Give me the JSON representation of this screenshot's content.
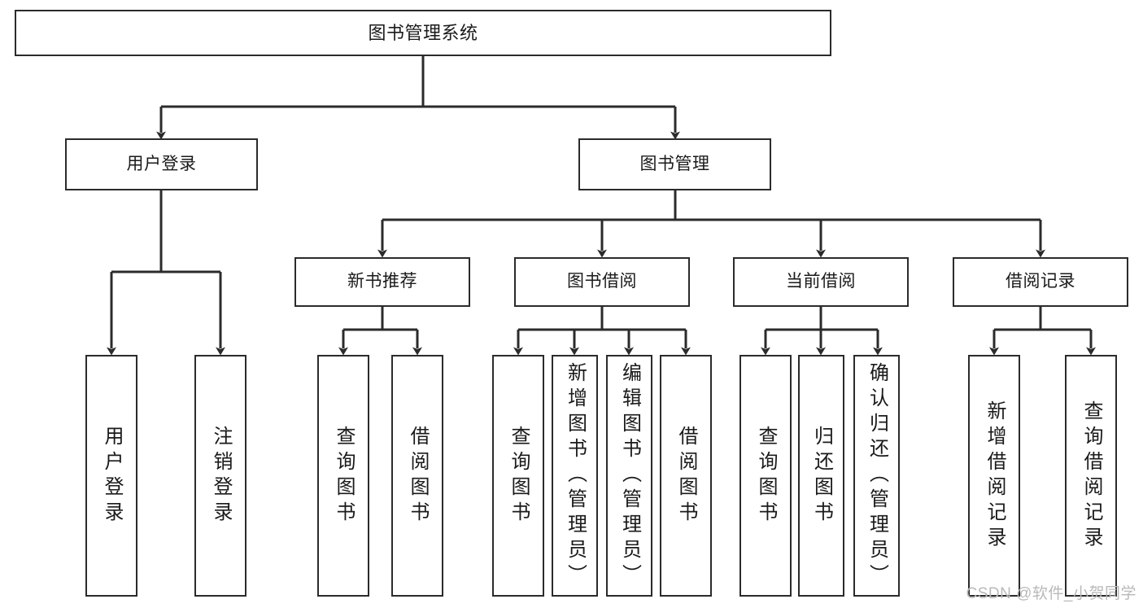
{
  "diagram": {
    "type": "tree-hierarchy",
    "title": "图书管理系统",
    "watermark": "CSDN @软件_小贺同学",
    "colors": {
      "box_border": "#2b2b2b",
      "box_fill": "#ffffff",
      "edge": "#2b2b2b",
      "text": "#1a1a1a",
      "watermark": "#b9b9b9",
      "background": "#ffffff"
    }
  },
  "nodes": {
    "root": {
      "label": "图书管理系统",
      "level": 1
    },
    "level2": [
      {
        "id": "user-login",
        "label": "用户登录"
      },
      {
        "id": "book-manage",
        "label": "图书管理"
      }
    ],
    "level3": [
      {
        "id": "new-book-recommend",
        "label": "新书推荐",
        "parent": "book-manage"
      },
      {
        "id": "book-borrow",
        "label": "图书借阅",
        "parent": "book-manage"
      },
      {
        "id": "current-borrow",
        "label": "当前借阅",
        "parent": "book-manage"
      },
      {
        "id": "borrow-record",
        "label": "借阅记录",
        "parent": "book-manage"
      }
    ],
    "leaves": [
      {
        "id": "leaf-user-login",
        "label": "用户登录",
        "parent": "user-login"
      },
      {
        "id": "leaf-user-logout",
        "label": "注销登录",
        "parent": "user-login"
      },
      {
        "id": "leaf-rec-query-book",
        "label": "查询图书",
        "parent": "new-book-recommend"
      },
      {
        "id": "leaf-rec-borrow-book",
        "label": "借阅图书",
        "parent": "new-book-recommend"
      },
      {
        "id": "leaf-borrow-query-book",
        "label": "查询图书",
        "parent": "book-borrow"
      },
      {
        "id": "leaf-borrow-add-book",
        "label": "新增图书（管理员）",
        "parent": "book-borrow"
      },
      {
        "id": "leaf-borrow-edit-book",
        "label": "编辑图书（管理员）",
        "parent": "book-borrow"
      },
      {
        "id": "leaf-borrow-borrow-book",
        "label": "借阅图书",
        "parent": "book-borrow"
      },
      {
        "id": "leaf-current-query-book",
        "label": "查询图书",
        "parent": "current-borrow"
      },
      {
        "id": "leaf-current-return-book",
        "label": "归还图书",
        "parent": "current-borrow"
      },
      {
        "id": "leaf-current-confirm-return",
        "label": "确认归还（管理员）",
        "parent": "current-borrow"
      },
      {
        "id": "leaf-record-add",
        "label": "新增借阅记录",
        "parent": "borrow-record"
      },
      {
        "id": "leaf-record-query",
        "label": "查询借阅记录",
        "parent": "borrow-record"
      }
    ]
  }
}
